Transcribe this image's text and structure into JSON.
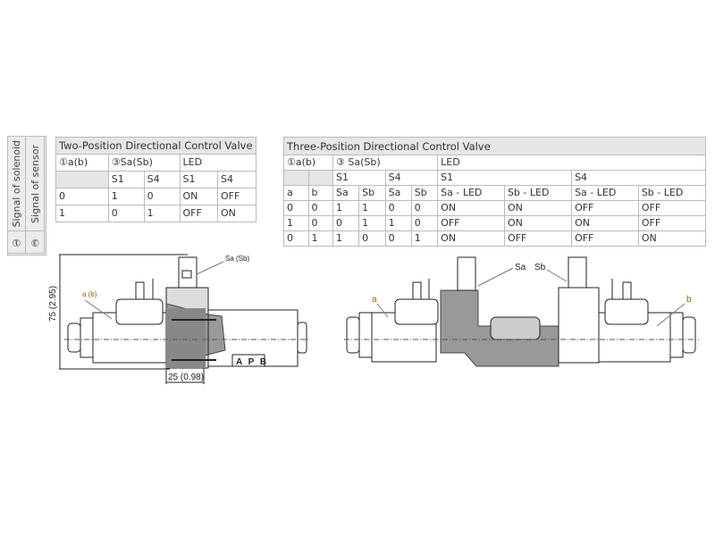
{
  "side_labels": {
    "solenoid": "Signal of solenoid",
    "sensor": "Signal of sensor",
    "solenoid_num": "①",
    "sensor_num": "③"
  },
  "two_position": {
    "title": "Two-Position Directional Control Valve",
    "col_solenoid": "①a(b)",
    "col_sensor": "③Sa(Sb)",
    "col_led": "LED",
    "subheaders": [
      "S1",
      "S4",
      "S1",
      "S4"
    ],
    "rows": [
      [
        "0",
        "1",
        "0",
        "ON",
        "OFF"
      ],
      [
        "1",
        "0",
        "1",
        "OFF",
        "ON"
      ]
    ]
  },
  "three_position": {
    "title": "Three-Position Directional Control Valve",
    "col_solenoid": "①a(b)",
    "col_sensor": "③ Sa(Sb)",
    "col_led": "LED",
    "group_headers": [
      "S1",
      "S4",
      "S1",
      "S4"
    ],
    "subheaders": [
      "a",
      "b",
      "Sa",
      "Sb",
      "Sa",
      "Sb",
      "Sa - LED",
      "Sb - LED",
      "Sa - LED",
      "Sb - LED"
    ],
    "rows": [
      [
        "0",
        "0",
        "1",
        "1",
        "0",
        "0",
        "ON",
        "ON",
        "OFF",
        "OFF"
      ],
      [
        "1",
        "0",
        "0",
        "1",
        "1",
        "0",
        "OFF",
        "ON",
        "ON",
        "OFF"
      ],
      [
        "0",
        "1",
        "1",
        "0",
        "0",
        "1",
        "ON",
        "OFF",
        "OFF",
        "ON"
      ]
    ]
  },
  "diagram_left": {
    "sensor_label": "Sa (Sb)",
    "solenoid_label": "a (b)",
    "height_dim": "75 (2.95)",
    "width_dim": "25 (0.98)",
    "port_labels": "A P B"
  },
  "diagram_right": {
    "sensor_a": "Sa",
    "sensor_b": "Sb",
    "solenoid_a": "a",
    "solenoid_b": "b"
  }
}
